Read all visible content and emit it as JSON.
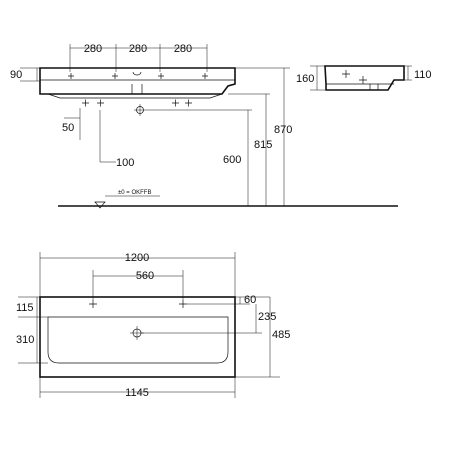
{
  "front_view": {
    "tap_spacing_1": "280",
    "tap_spacing_2": "280",
    "tap_spacing_3": "280",
    "rim_thickness": "90",
    "dim_50": "50",
    "dim_100": "100",
    "height_600": "600",
    "height_815": "815",
    "height_870": "870",
    "floor_label": "±0 = OKFFB"
  },
  "side_view": {
    "dim_160": "160",
    "dim_110": "110"
  },
  "top_view": {
    "overall_width": "1200",
    "tap_hole_spacing": "560",
    "inner_width": "1145",
    "dim_115": "115",
    "dim_310": "310",
    "dim_60": "60",
    "dim_235": "235",
    "overall_depth": "485"
  },
  "colors": {
    "line": "#111111",
    "background": "#ffffff"
  }
}
